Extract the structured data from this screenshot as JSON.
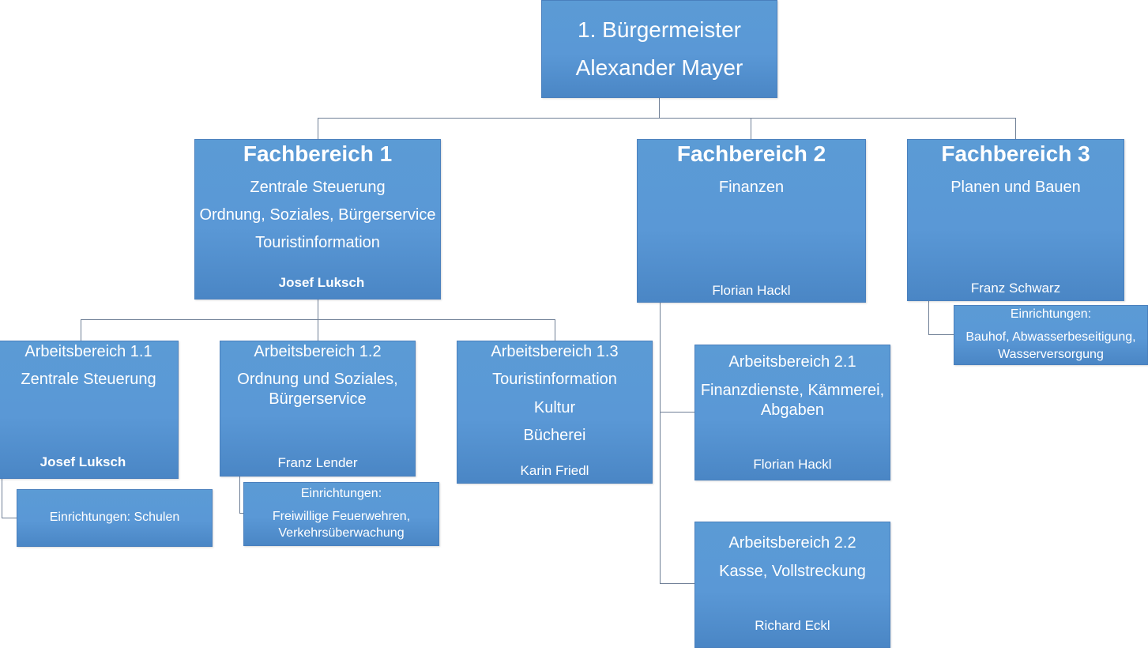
{
  "diagram": {
    "type": "organization-chart",
    "colors": {
      "box_fill": "#5b9bd5",
      "box_border": "#4a80bd",
      "connector": "#6f7f96",
      "text": "#ffffff"
    },
    "root": {
      "title": "1. Bürgermeister",
      "name": "Alexander Mayer"
    },
    "departments": [
      {
        "title": "Fachbereich 1",
        "lines": [
          "Zentrale Steuerung",
          "Ordnung, Soziales, Bürgerservice",
          "Touristinformation"
        ],
        "head": "Josef Luksch"
      },
      {
        "title": "Fachbereich 2",
        "lines": [
          "Finanzen"
        ],
        "head": "Florian Hackl"
      },
      {
        "title": "Fachbereich 3",
        "lines": [
          "Planen und Bauen"
        ],
        "head": "Franz Schwarz",
        "facilities": {
          "label": "Einrichtungen:",
          "text": [
            "Bauhof, Abwasserbeseitigung,",
            "Wasserversorgung"
          ]
        }
      }
    ],
    "work_areas": [
      {
        "title": "Arbeitsbereich 1.1",
        "lines": [
          "Zentrale Steuerung"
        ],
        "head": "Josef Luksch",
        "facilities": {
          "text": "Einrichtungen: Schulen"
        }
      },
      {
        "title": "Arbeitsbereich 1.2",
        "lines": [
          "Ordnung und Soziales,",
          "Bürgerservice"
        ],
        "head": "Franz Lender",
        "facilities": {
          "label": "Einrichtungen:",
          "text": [
            "Freiwillige Feuerwehren,",
            "Verkehrsüberwachung"
          ]
        }
      },
      {
        "title": "Arbeitsbereich 1.3",
        "lines": [
          "Touristinformation",
          "Kultur",
          "Bücherei"
        ],
        "head": "Karin Friedl"
      },
      {
        "title": "Arbeitsbereich 2.1",
        "lines": [
          "Finanzdienste, Kämmerei,",
          "Abgaben"
        ],
        "head": "Florian Hackl"
      },
      {
        "title": "Arbeitsbereich 2.2",
        "lines": [
          "Kasse, Vollstreckung"
        ],
        "head": "Richard Eckl"
      }
    ]
  }
}
